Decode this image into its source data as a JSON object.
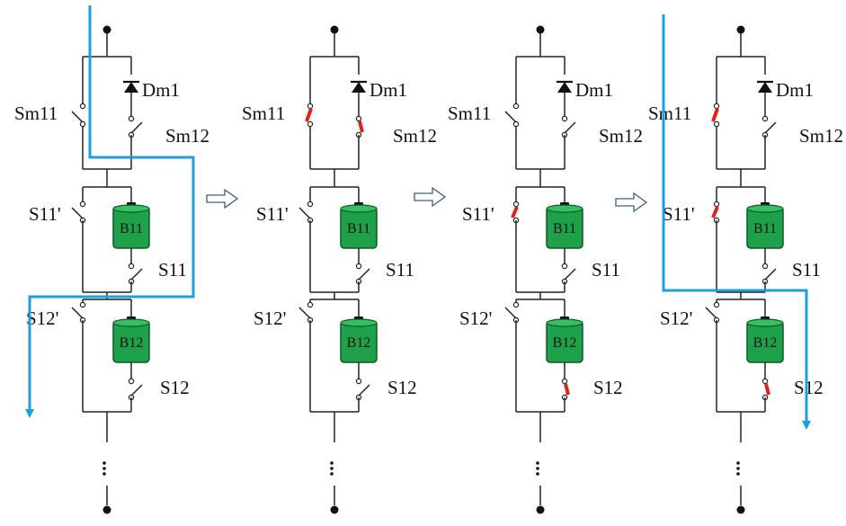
{
  "colors": {
    "wire": "#222222",
    "battery_fill": "#1fa04a",
    "battery_stroke": "#0b5a26",
    "closed_switch": "#e0201b",
    "current_path": "#1a9fe0",
    "arrow_outline": "#3a5f8a"
  },
  "icons": {
    "transition_arrow": "hollow-right-arrow",
    "ellipsis": "vertical-dots"
  },
  "stages": [
    {
      "labels": {
        "sm11": "Sm11",
        "sm12": "Sm12",
        "dm1": "Dm1",
        "s11p": "S11'",
        "s11": "S11",
        "s12p": "S12'",
        "s12": "S12",
        "b11": "B11",
        "b12": "B12"
      },
      "closed_switches": [],
      "current_path": true
    },
    {
      "labels": {
        "sm11": "Sm11",
        "sm12": "Sm12",
        "dm1": "Dm1",
        "s11p": "S11'",
        "s11": "S11",
        "s12p": "S12'",
        "s12": "S12",
        "b11": "B11",
        "b12": "B12"
      },
      "closed_switches": [
        "sm11",
        "sm12"
      ],
      "current_path": false
    },
    {
      "labels": {
        "sm11": "Sm11",
        "sm12": "Sm12",
        "dm1": "Dm1",
        "s11p": "S11'",
        "s11": "S11",
        "s12p": "S12'",
        "s12": "S12",
        "b11": "B11",
        "b12": "B12"
      },
      "closed_switches": [
        "s11p",
        "s12"
      ],
      "current_path": false
    },
    {
      "labels": {
        "sm11": "Sm11",
        "sm12": "Sm12",
        "dm1": "Dm1",
        "s11p": "S11'",
        "s11": "S11",
        "s12p": "S12'",
        "s12": "S12",
        "b11": "B11",
        "b12": "B12"
      },
      "closed_switches": [
        "sm11",
        "s11p",
        "s12"
      ],
      "current_path": true
    }
  ]
}
